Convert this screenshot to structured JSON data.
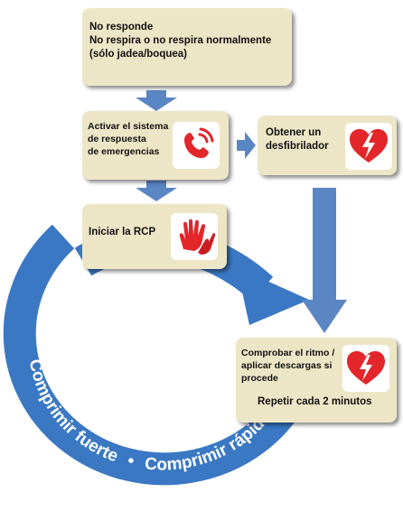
{
  "boxes": {
    "assess": {
      "lines": "No responde\nNo respira o no respira normalmente\n(sólo jadea/boquea)"
    },
    "activate": {
      "lines": "Activar el sistema\nde respuesta\nde emergencias",
      "icon": "phone-icon"
    },
    "defib": {
      "lines": "Obtener un\ndesfibrilador",
      "icon": "aed-heart-icon"
    },
    "cpr": {
      "lines": "Iniciar la RCP",
      "icon": "hands-icon"
    },
    "rhythm": {
      "lines": "Comprobar el ritmo /\naplicar descargas si\nprocede",
      "repeat": "Repetir cada 2 minutos",
      "icon": "aed-heart-icon"
    }
  },
  "cycle": {
    "left_text": "Comprimir fuerte",
    "separator": "•",
    "right_text": "Comprimir rápido"
  },
  "colors": {
    "box_fill": "#ece6c6",
    "arrow_blue": "#5b86c4",
    "ring_blue": "#3a78c3",
    "icon_red": "#e2262a"
  }
}
